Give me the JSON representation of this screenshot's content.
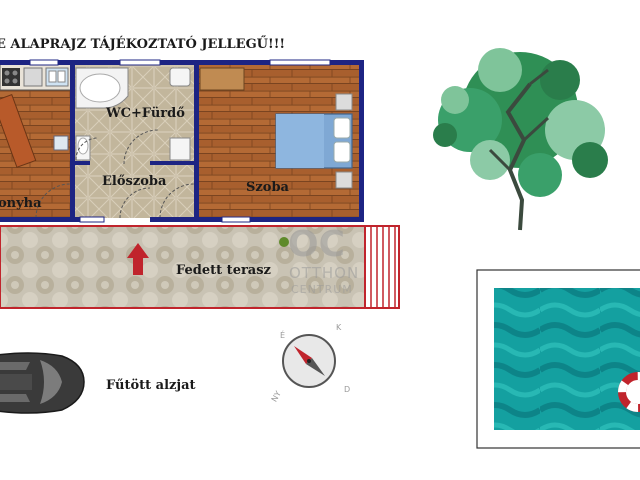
{
  "header": {
    "title": "E ALAPRAJZ TÁJÉKOZTATÓ JELLEGŰ!!!"
  },
  "rooms": {
    "wc": "WC+Fürdő",
    "hall": "Előszoba",
    "bedroom": "Szoba",
    "kitchen": "onyha",
    "terrace": "Fedett terasz"
  },
  "car_label": "Fűtött alzjat",
  "compass": {
    "north": "É",
    "east": "K",
    "south": "D",
    "west": "NY"
  },
  "watermark": {
    "logo": "OC",
    "line1": "OTTHON",
    "line2": "CENTRUM"
  },
  "colors": {
    "wall": "#1d2483",
    "wood": "#b46a35",
    "tile": "#c7bda8",
    "terrace_border": "#c0242c",
    "arrow": "#c0242c",
    "pool_water": "#1aa3a3",
    "tree_green": "#3aa06a"
  }
}
